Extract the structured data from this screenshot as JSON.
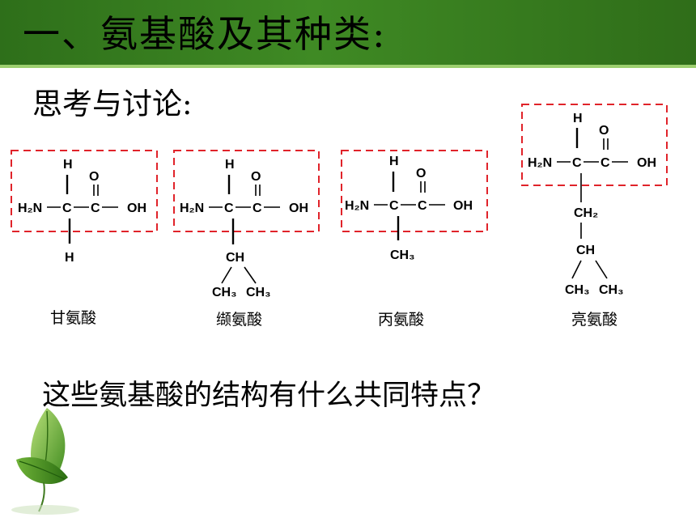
{
  "slide": {
    "title": "一、氨基酸及其种类:",
    "subtitle": "思考与讨论:",
    "question": "这些氨基酸的结构有什么共同特点？"
  },
  "atoms": {
    "h": "H",
    "o": "O",
    "oh": "OH",
    "h2n": "H₂N",
    "c": "C",
    "ch": "CH",
    "ch2": "CH₂",
    "ch3": "CH₃"
  },
  "amino_acids": [
    {
      "name": "甘氨酸",
      "side_chain": "H"
    },
    {
      "name": "缬氨酸",
      "side_chain": "CH(CH₃)₂"
    },
    {
      "name": "丙氨酸",
      "side_chain": "CH₃"
    },
    {
      "name": "亮氨酸",
      "side_chain": "CH₂CH(CH₃)₂"
    }
  ],
  "colors": {
    "header_green": "#3f8a24",
    "header_line": "#9ccf6f",
    "box_red": "#e0232a"
  },
  "icons": {
    "decoration": "green-leaf-icon"
  }
}
